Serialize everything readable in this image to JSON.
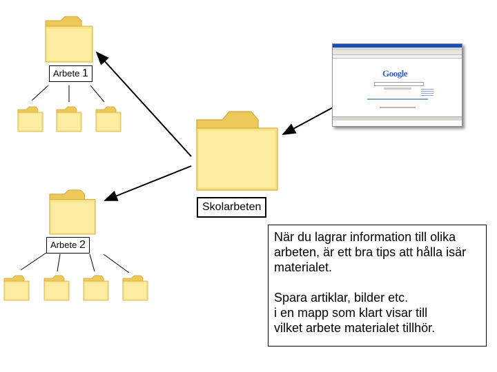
{
  "folders": {
    "arbete1": {
      "label_text": "Arbete",
      "label_num": "1"
    },
    "arbete2": {
      "label_text": "Arbete",
      "label_num": "2"
    },
    "main": {
      "label": "Skolarbeten"
    }
  },
  "note": {
    "paragraph1": "När du lagrar information till olika arbeten, är ett bra tips att hålla isär materialet.",
    "paragraph2_line1": "Spara artiklar, bilder etc.",
    "paragraph2_line2": "i en mapp som klart visar till",
    "paragraph2_line3": "vilket arbete materialet tillhör."
  },
  "browser": {
    "logo": "Google"
  },
  "colors": {
    "folder_light": "#fff8c0",
    "folder_mid": "#f7e07a",
    "folder_dark": "#e2b948",
    "line": "#000000"
  }
}
